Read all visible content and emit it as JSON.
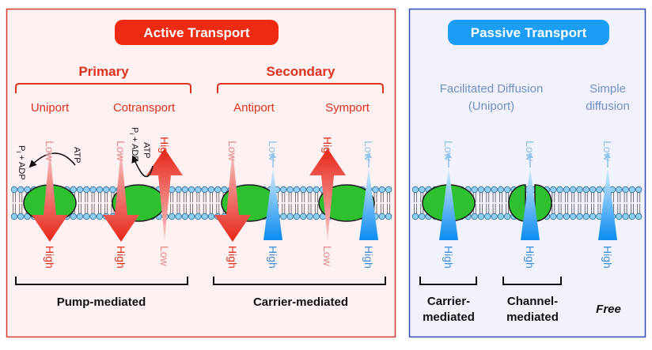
{
  "colors": {
    "active_border": "#d63a2f",
    "active_bg": "#fdf1f1",
    "active_title_bg": "#ee2a12",
    "passive_border": "#2f49b5",
    "passive_bg": "#f1f2fb",
    "passive_title_bg": "#1a9ef5",
    "red_text": "#e0301e",
    "light_red_text": "#e88a8a",
    "blue_text": "#3a8fd8",
    "light_blue_text": "#8ec3ec",
    "muted_blue_text": "#6f8fc4",
    "protein_green": "#2ec02e",
    "lipid_head": "#8fd0f2"
  },
  "active": {
    "title": "Active Transport",
    "primary_label": "Primary",
    "secondary_label": "Secondary",
    "uniport_label": "Uniport",
    "cotransport_label": "Cotransport",
    "antiport_label": "Antiport",
    "symport_label": "Symport",
    "pump_label": "Pump-mediated",
    "carrier_label": "Carrier-mediated"
  },
  "passive": {
    "title": "Passive Transport",
    "facilitated_line1": "Facilitated Diffusion",
    "facilitated_line2": "(Uniport)",
    "simple_line1": "Simple",
    "simple_line2": "diffusion",
    "carrier_line1": "Carrier-",
    "carrier_line2": "mediated",
    "channel_line1": "Channel-",
    "channel_line2": "mediated",
    "free_label": "Free"
  },
  "energy": {
    "pi_adp_prefix": "P",
    "pi_adp_sub": "i",
    "pi_adp_suffix": " + ADP",
    "atp": "ATP"
  },
  "gradient": {
    "low": "Low",
    "high": "High"
  }
}
